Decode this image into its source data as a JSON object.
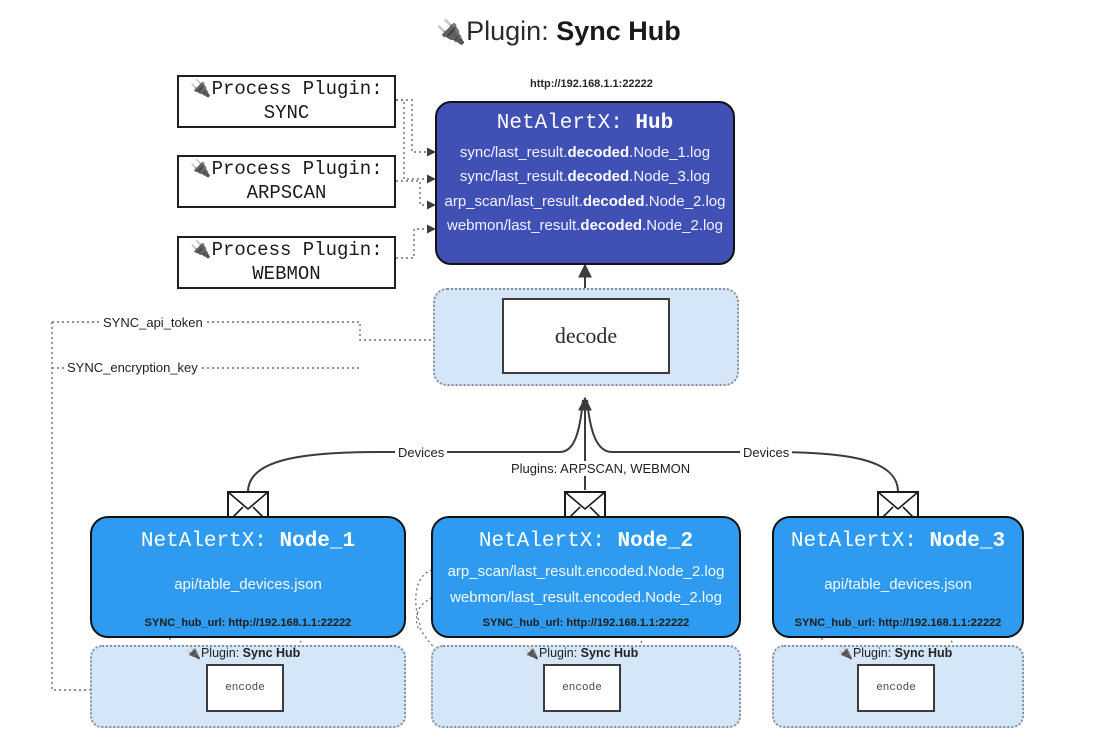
{
  "title": {
    "icon": "plug-icon",
    "glyph": "🔌",
    "prefix": "Plugin: ",
    "name": "Sync Hub"
  },
  "colors": {
    "hub_fill": "#4050b5",
    "node_fill": "#2e9bf0",
    "cluster_fill": "#d4e6f8",
    "box_stroke": "#121212",
    "edge_stroke": "#3c3c3c",
    "dotted_stroke": "#6e6e6e"
  },
  "process_plugins": [
    {
      "glyph": "🔌",
      "line1": "Process Plugin:",
      "line2": "SYNC"
    },
    {
      "glyph": "🔌",
      "line1": "Process Plugin:",
      "line2": "ARPSCAN"
    },
    {
      "glyph": "🔌",
      "line1": "Process Plugin:",
      "line2": "WEBMON"
    }
  ],
  "hub": {
    "url": "http://192.168.1.1:22222",
    "title_prefix": "NetAlertX: ",
    "title_name": "Hub",
    "lines": [
      {
        "pre": "sync/last_result.",
        "mid": "decoded",
        "post": ".Node_1.log"
      },
      {
        "pre": "sync/last_result.",
        "mid": "decoded",
        "post": ".Node_3.log"
      },
      {
        "pre": "arp_scan/last_result.",
        "mid": "decoded",
        "post": ".Node_2.log"
      },
      {
        "pre": "webmon/last_result.",
        "mid": "decoded",
        "post": ".Node_2.log"
      }
    ]
  },
  "decode": {
    "label": "decode"
  },
  "secrets": [
    {
      "label": "SYNC_api_token"
    },
    {
      "label": "SYNC_encryption_key"
    }
  ],
  "edge_labels": {
    "devices_left": "Devices",
    "plugins_center": "Plugins: ARPSCAN, WEBMON",
    "devices_right": "Devices"
  },
  "nodes": [
    {
      "icon": "envelope-icon",
      "title_prefix": "NetAlertX: ",
      "title_name": "Node_1",
      "lines": [
        "api/table_devices.json"
      ],
      "footer": "SYNC_hub_url: http://192.168.1.1:22222"
    },
    {
      "icon": "envelope-icon",
      "title_prefix": "NetAlertX: ",
      "title_name": "Node_2",
      "lines": [
        "arp_scan/last_result.encoded.Node_2.log",
        "webmon/last_result.encoded.Node_2.log"
      ],
      "footer": "SYNC_hub_url: http://192.168.1.1:22222"
    },
    {
      "icon": "envelope-icon",
      "title_prefix": "NetAlertX: ",
      "title_name": "Node_3",
      "lines": [
        "api/table_devices.json"
      ],
      "footer": "SYNC_hub_url: http://192.168.1.1:22222"
    }
  ],
  "encoders": [
    {
      "glyph": "🔌",
      "label_prefix": "Plugin: ",
      "label_name": "Sync Hub",
      "box_label": "encode"
    },
    {
      "glyph": "🔌",
      "label_prefix": "Plugin: ",
      "label_name": "Sync Hub",
      "box_label": "encode"
    },
    {
      "glyph": "🔌",
      "label_prefix": "Plugin: ",
      "label_name": "Sync Hub",
      "box_label": "encode"
    }
  ]
}
